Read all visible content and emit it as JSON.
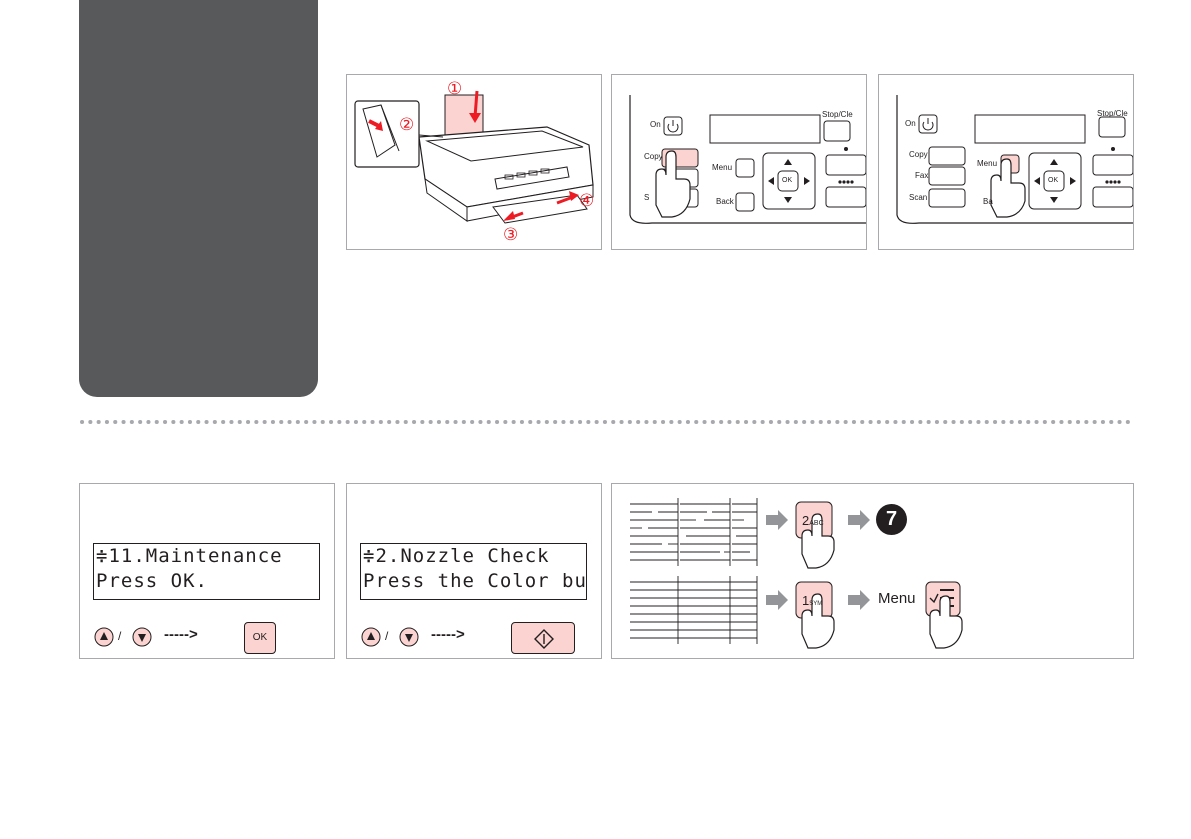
{
  "top_panels": {
    "panel1": {
      "step_1": "①",
      "step_2": "②",
      "step_3": "③",
      "step_4": "④"
    },
    "panel2": {
      "on_label": "On",
      "stop_label": "Stop/Cle",
      "copy_label": "Copy",
      "menu_label": "Menu",
      "back_label": "Back",
      "ok_label": "OK",
      "scan_label": "S"
    },
    "panel3": {
      "on_label": "On",
      "stop_label": "Stop/Cle",
      "copy_label": "Copy",
      "fax_label": "Fax",
      "scan_label": "Scan",
      "menu_label": "Menu",
      "back_label": "Ba",
      "ok_label": "OK"
    }
  },
  "bottom_panels": {
    "panel4": {
      "lcd_line1": "11.Maintenance",
      "lcd_line2": "Press OK.",
      "separator": "/",
      "arrow": "----->",
      "ok_label": "OK"
    },
    "panel5": {
      "lcd_line1": "2.Nozzle Check",
      "lcd_line2": "Press the Color bu",
      "separator": "/",
      "arrow": "----->"
    },
    "panel6": {
      "key_2": "2",
      "key_2_sub": "ABC",
      "step_ref": "7",
      "key_1": "1",
      "key_1_sub": "SYM",
      "menu_label": "Menu"
    }
  },
  "colors": {
    "sidebar": "#58595b",
    "highlight": "#fbd3d0",
    "arrow_red": "#ed1c24",
    "border": "#a7a9ac"
  }
}
